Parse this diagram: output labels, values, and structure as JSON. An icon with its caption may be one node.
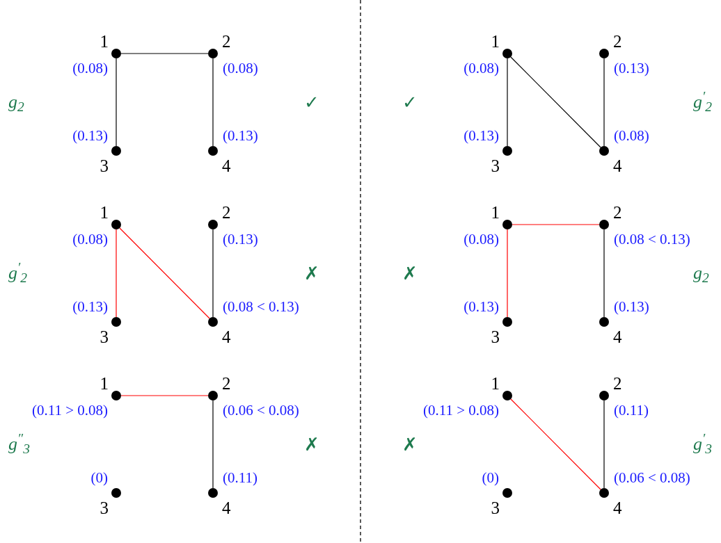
{
  "diagram": {
    "nodes": [
      {
        "text": [],
        "shape": "circle",
        "beside": [
          "1",
          "(0.08)"
        ]
      },
      {
        "text": [],
        "shape": "circle",
        "beside": [
          "2",
          "(0.08)"
        ]
      },
      {
        "text": [],
        "shape": "circle",
        "beside": [
          "3",
          "(0.13)"
        ]
      },
      {
        "text": [],
        "shape": "circle",
        "beside": [
          "4",
          "(0.13)"
        ]
      },
      {
        "text": [],
        "shape": "circle",
        "beside": [
          "1",
          "(0.08)"
        ]
      },
      {
        "text": [],
        "shape": "circle",
        "beside": [
          "2",
          "(0.13)"
        ]
      },
      {
        "text": [],
        "shape": "circle",
        "beside": [
          "3",
          "(0.13)"
        ]
      },
      {
        "text": [],
        "shape": "circle",
        "beside": [
          "4",
          "(0.08)"
        ]
      },
      {
        "text": [],
        "shape": "circle",
        "beside": [
          "1",
          "(0.08)"
        ]
      },
      {
        "text": [],
        "shape": "circle",
        "beside": [
          "2",
          "(0.13)"
        ]
      },
      {
        "text": [],
        "shape": "circle",
        "beside": [
          "3",
          "(0.13)"
        ]
      },
      {
        "text": [],
        "shape": "circle",
        "beside": [
          "4",
          "(0.08 < 0.13)"
        ]
      },
      {
        "text": [],
        "shape": "circle",
        "beside": [
          "1",
          "(0.08)"
        ]
      },
      {
        "text": [],
        "shape": "circle",
        "beside": [
          "2",
          "(0.08 < 0.13)"
        ]
      },
      {
        "text": [],
        "shape": "circle",
        "beside": [
          "3",
          "(0.13)"
        ]
      },
      {
        "text": [],
        "shape": "circle",
        "beside": [
          "4",
          "(0.13)"
        ]
      },
      {
        "text": [],
        "shape": "circle",
        "beside": [
          "1",
          "(0.11 > 0.08)"
        ]
      },
      {
        "text": [],
        "shape": "circle",
        "beside": [
          "2",
          "(0.06 < 0.08)"
        ]
      },
      {
        "text": [],
        "shape": "circle",
        "beside": [
          "3",
          "(0)"
        ]
      },
      {
        "text": [],
        "shape": "circle",
        "beside": [
          "4",
          "(0.11)"
        ]
      },
      {
        "text": [],
        "shape": "circle",
        "beside": [
          "1",
          "(0.11 > 0.08)"
        ]
      },
      {
        "text": [],
        "shape": "circle",
        "beside": [
          "2",
          "(0.11)"
        ]
      },
      {
        "text": [],
        "shape": "circle",
        "beside": [
          "3",
          "(0)"
        ]
      },
      {
        "text": [],
        "shape": "circle",
        "beside": [
          "4",
          "(0.06 < 0.08)"
        ]
      }
    ],
    "edges": [
      {
        "from": 0,
        "to": 1,
        "arrow": "none"
      },
      {
        "from": 0,
        "to": 2,
        "arrow": "none"
      },
      {
        "from": 1,
        "to": 3,
        "arrow": "none"
      },
      {
        "from": 4,
        "to": 6,
        "arrow": "none"
      },
      {
        "from": 4,
        "to": 7,
        "arrow": "none"
      },
      {
        "from": 5,
        "to": 7,
        "arrow": "none"
      },
      {
        "from": 8,
        "to": 10,
        "arrow": "none",
        "color": "#ff0000"
      },
      {
        "from": 8,
        "to": 11,
        "arrow": "none",
        "color": "#ff0000"
      },
      {
        "from": 9,
        "to": 11,
        "arrow": "none"
      },
      {
        "from": 12,
        "to": 13,
        "arrow": "none",
        "color": "#ff0000"
      },
      {
        "from": 12,
        "to": 14,
        "arrow": "none",
        "color": "#ff0000"
      },
      {
        "from": 13,
        "to": 15,
        "arrow": "none"
      },
      {
        "from": 16,
        "to": 17,
        "arrow": "none",
        "color": "#ff0000"
      },
      {
        "from": 17,
        "to": 19,
        "arrow": "none"
      },
      {
        "from": 20,
        "to": 23,
        "arrow": "none",
        "color": "#ff0000"
      },
      {
        "from": 21,
        "to": 23,
        "arrow": "none"
      }
    ],
    "labels": [
      "g$_{2}$",
      "✓",
      "✓",
      "g$^{′}$$_{2}$",
      "g$^{′}$$_{2}$",
      "✗",
      "✗",
      "g$_{2}$",
      "g$^{″}$$_{3}$",
      "✗",
      "✗",
      "g$^{′}$$_{3}$"
    ]
  }
}
